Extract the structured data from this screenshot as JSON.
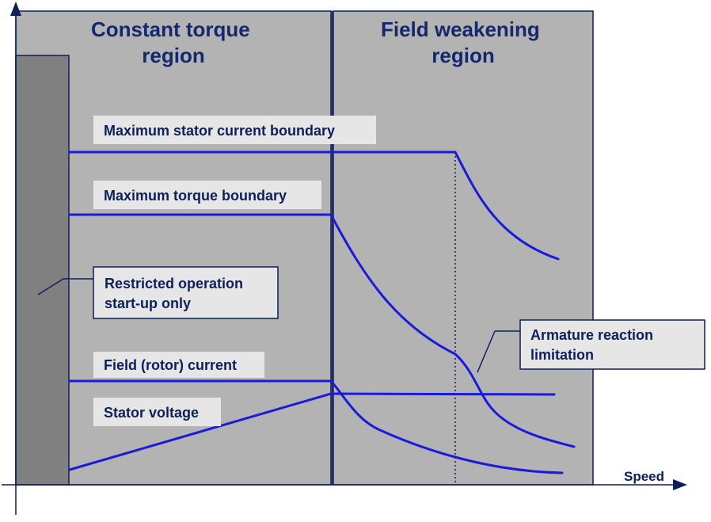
{
  "regions": {
    "constant_torque": [
      "Constant torque",
      "region"
    ],
    "field_weakening": [
      "Field weakening",
      "region"
    ]
  },
  "labels": {
    "max_stator_current": "Maximum stator current boundary",
    "max_torque": "Maximum torque boundary",
    "restricted_operation": [
      "Restricted operation",
      "start-up only"
    ],
    "armature_reaction": [
      "Armature reaction",
      "limitation"
    ],
    "field_current": "Field (rotor) current",
    "stator_voltage": "Stator voltage"
  },
  "axis": {
    "x_label": "Speed"
  },
  "colors": {
    "region_fill": "#b3b3b3",
    "restricted_fill": "#808080",
    "curve": "#1a1adc",
    "frame": "#0d1f5c",
    "label_box": "#e6e6e6",
    "text": "#0d1f5c"
  }
}
